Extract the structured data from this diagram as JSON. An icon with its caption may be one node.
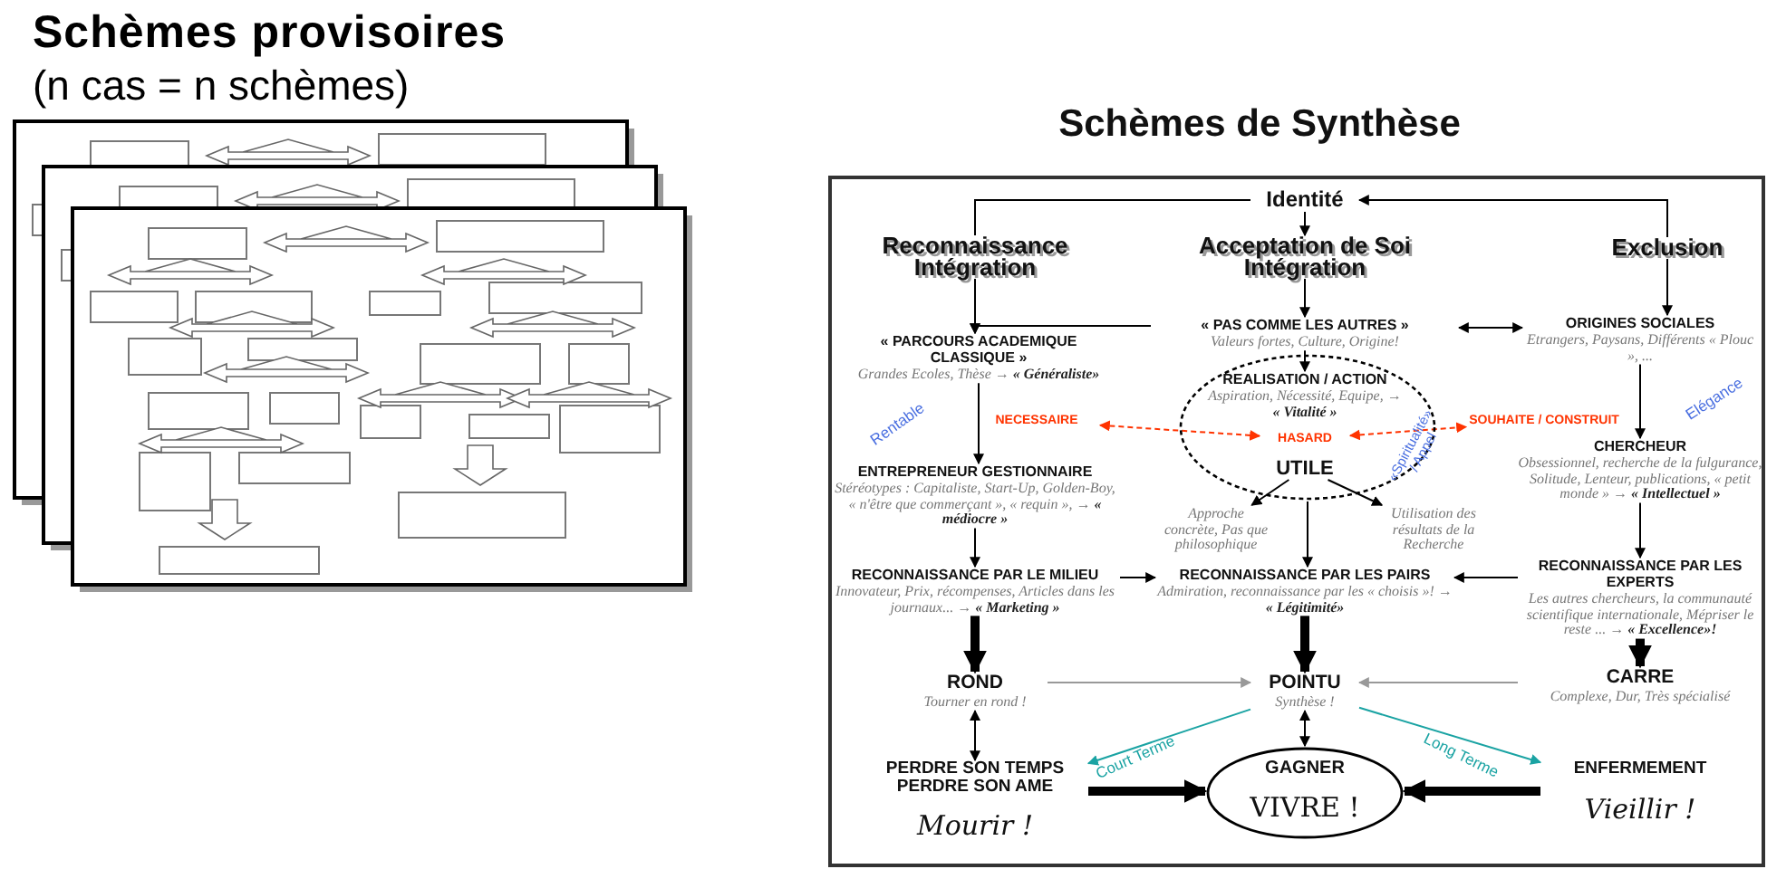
{
  "diagram": {
    "nodes": [
      {
        "text": [
          "Schèmes provisoires",
          "(n cas = n schèmes)"
        ]
      },
      {
        "text": [
          "Schèmes de Synthèse"
        ]
      },
      {
        "text": [
          "Identité"
        ],
        "in": 1
      },
      {
        "text": [
          "Reconnaissance Intégration"
        ],
        "in": 1
      },
      {
        "text": [
          "Acceptation de Soi Intégration"
        ],
        "in": 1
      },
      {
        "text": [
          "Exclusion"
        ],
        "in": 1
      },
      {
        "text": [
          "« PARCOURS ACADEMIQUE CLASSIQUE »",
          "Grandes Ecoles, Thèse → **« Généraliste»**"
        ],
        "in": 1
      },
      {
        "text": [
          "« PAS COMME LES AUTRES »",
          "Valeurs fortes, Culture, Origine!"
        ],
        "in": 1
      },
      {
        "text": [
          "ORIGINES SOCIALES",
          "Etrangers, Paysans, Différents « Plouc », ..."
        ],
        "in": 1
      },
      {
        "text": [],
        "shape": "ellipse",
        "in": 1
      },
      {
        "text": [
          "REALISATION / ACTION",
          "Aspiration, Nécessité, Equipe, → **« Vitalité »**"
        ],
        "in": 9
      },
      {
        "text": [
          "HASARD"
        ],
        "in": 9
      },
      {
        "text": [
          "UTILE"
        ],
        "in": 9
      },
      {
        "text": [
          "NECESSAIRE"
        ],
        "in": 1
      },
      {
        "text": [
          "SOUHAITE / CONSTRUIT"
        ],
        "in": 1
      },
      {
        "text": [
          "ENTREPRENEUR GESTIONNAIRE",
          "Stéréotypes : Capitaliste, Start-Up, Golden-Boy, « n'être que commerçant », « requin », → **« médiocre »**"
        ],
        "in": 1
      },
      {
        "text": [
          "Approche concrète, Pas que philosophique"
        ],
        "in": 1
      },
      {
        "text": [
          "Utilisation des résultats de la Recherche"
        ],
        "in": 1
      },
      {
        "text": [
          "CHERCHEUR",
          "Obsessionnel, recherche de la fulgurance, Solitude, Lenteur, publications, « petit monde » → **« Intellectuel »**"
        ],
        "in": 1
      },
      {
        "text": [
          "RECONNAISSANCE PAR LE MILIEU",
          "Innovateur, Prix, récompenses, Articles dans les journaux... → **« Marketing »**"
        ],
        "in": 1
      },
      {
        "text": [
          "RECONNAISSANCE PAR LES PAIRS",
          "Admiration, reconnaissance par les « choisis »! → **« Légitimité»**"
        ],
        "in": 1
      },
      {
        "text": [
          "RECONNAISSANCE PAR LES EXPERTS",
          "Les autres chercheurs, la communauté scientifique internationale, Mépriser le reste ... → **« Excellence»!**"
        ],
        "in": 1
      },
      {
        "text": [
          "ROND",
          "Tourner en rond !"
        ],
        "in": 1
      },
      {
        "text": [
          "POINTU",
          "Synthèse !"
        ],
        "in": 1
      },
      {
        "text": [
          "CARRE",
          "Complexe, Dur, Très spécialisé"
        ],
        "in": 1
      },
      {
        "text": [
          "PERDRE SON TEMPS PERDRE SON AME",
          "Mourir !"
        ],
        "in": 1
      },
      {
        "text": [
          "GAGNER",
          "VIVRE !"
        ],
        "in": 1
      },
      {
        "text": [
          "ENFERMEMENT",
          "Vieillir !"
        ],
        "in": 1
      }
    ],
    "edges": [
      {
        "from": 2,
        "to": 3,
        "arrow": "none"
      },
      {
        "from": 2,
        "to": 4,
        "arrow": "to"
      },
      {
        "from": 5,
        "to": 2,
        "arrow": "to"
      },
      {
        "from": 3,
        "to": 6,
        "arrow": "to"
      },
      {
        "from": 7,
        "to": 6,
        "arrow": "to"
      },
      {
        "from": 4,
        "to": 7,
        "arrow": "to"
      },
      {
        "from": 7,
        "to": 8,
        "arrow": "both"
      },
      {
        "from": 5,
        "to": 8,
        "arrow": "to"
      },
      {
        "from": 7,
        "to": 10,
        "arrow": "to"
      },
      {
        "from": 11,
        "to": 13,
        "arrow": "both",
        "style": "dashed",
        "color": "#ff3300"
      },
      {
        "from": 11,
        "to": 14,
        "arrow": "both",
        "style": "dashed",
        "color": "#ff3300"
      },
      {
        "from": 6,
        "to": 15,
        "arrow": "to"
      },
      {
        "from": 12,
        "to": 16,
        "arrow": "to"
      },
      {
        "from": 12,
        "to": 17,
        "arrow": "to"
      },
      {
        "from": 8,
        "to": 18,
        "arrow": "to"
      },
      {
        "from": 15,
        "to": 19,
        "arrow": "to"
      },
      {
        "from": 9,
        "to": 20,
        "arrow": "to"
      },
      {
        "from": 18,
        "to": 21,
        "arrow": "to"
      },
      {
        "from": 19,
        "to": 20,
        "arrow": "to"
      },
      {
        "from": 21,
        "to": 20,
        "arrow": "to"
      },
      {
        "from": 19,
        "to": 22,
        "arrow": "to",
        "style": "thick"
      },
      {
        "from": 20,
        "to": 23,
        "arrow": "to",
        "style": "thick"
      },
      {
        "from": 21,
        "to": 24,
        "arrow": "to",
        "style": "thick"
      },
      {
        "from": 22,
        "to": 23,
        "arrow": "to",
        "color": "#999999"
      },
      {
        "from": 24,
        "to": 23,
        "arrow": "to",
        "color": "#999999"
      },
      {
        "from": 23,
        "to": 25,
        "arrow": "to",
        "label": "Court Terme",
        "color": "#1aa3a3"
      },
      {
        "from": 23,
        "to": 27,
        "arrow": "to",
        "label": "Long Terme",
        "color": "#1aa3a3"
      },
      {
        "from": 22,
        "to": 25,
        "arrow": "both"
      },
      {
        "from": 23,
        "to": 26,
        "arrow": "both"
      },
      {
        "from": 25,
        "to": 26,
        "arrow": "to",
        "style": "thick"
      },
      {
        "from": 27,
        "to": 26,
        "arrow": "to",
        "style": "thick"
      }
    ],
    "labels": [
      "Rentable",
      "Elégance",
      "«Spiritualité» / Appel"
    ]
  }
}
